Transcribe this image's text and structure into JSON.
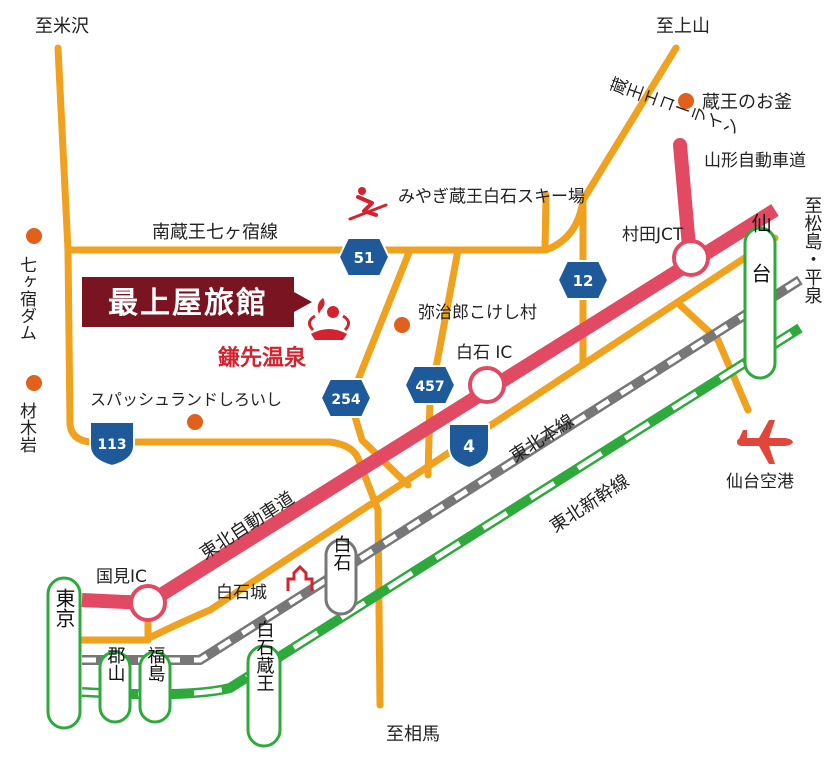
{
  "colors": {
    "road": "#F0A11E",
    "expressway": "#E24A63",
    "shield": "#1E5A9A",
    "shinkansen": "#2EAA3C",
    "jr_line": "#777777",
    "poi": "#E0601C",
    "hotel_bg": "#7A1420",
    "onsen": "#D4222E",
    "airport": "#E2463A"
  },
  "directions": {
    "yonezawa": "至米沢",
    "kaminoyama": "至上山",
    "soma": "至相馬",
    "matsushima_hiraizumi": "至松島・平泉"
  },
  "roads": {
    "minamizao": "南蔵王七ヶ宿線",
    "zao_echo_line": "蔵王エコーライン",
    "tohoku_expressway": "東北自動車道",
    "yamagata_expressway": "山形自動車道",
    "tohoku_main_line": "東北本線",
    "tohoku_shinkansen": "東北新幹線"
  },
  "route_shields": [
    "51",
    "12",
    "254",
    "457",
    "4",
    "113"
  ],
  "interchanges": {
    "murata_jct": "村田JCT",
    "shiroishi_ic": "白石 IC",
    "kunimi_ic": "国見IC"
  },
  "stations": {
    "tokyo": "東京",
    "koriyama": "郡山",
    "fukushima": "福島",
    "shiroishi_zao": "白石蔵王",
    "shiroishi": "白石",
    "sendai": "仙台"
  },
  "pois": {
    "zao_okama": "蔵王のお釜",
    "ski": "みやぎ蔵王白石スキー場",
    "kokeshi": "弥治郎こけし村",
    "spa_land": "スパッシュランドしろいし",
    "shichikashuku_dam": "七ヶ宿ダム",
    "zaimokuiwa": "材木岩",
    "shiroishi_castle": "白石城",
    "sendai_airport": "仙台空港"
  },
  "hotel": {
    "name": "最上屋旅館",
    "onsen": "鎌先温泉"
  }
}
